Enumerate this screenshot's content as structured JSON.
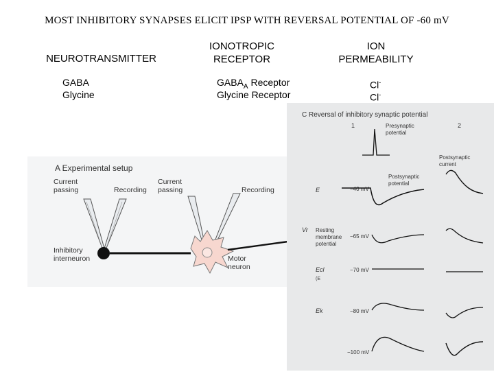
{
  "title": "MOST INHIBITORY SYNAPSES ELICIT IPSP WITH REVERSAL POTENTIAL OF -60 mV",
  "table": {
    "headers": {
      "neurotransmitter": "NEUROTRANSMITTER",
      "receptor_line1": "IONOTROPIC",
      "receptor_line2": "RECEPTOR",
      "ion_line1": "ION",
      "ion_line2": "PERMEABILITY"
    },
    "rows": [
      {
        "transmitter": "GABA",
        "receptor_main": "GABA",
        "receptor_sub": "A",
        "receptor_rest": " Receptor",
        "ion": "Cl",
        "ion_sup": "-"
      },
      {
        "transmitter": "Glycine",
        "receptor_main": "Glycine Receptor",
        "receptor_sub": "",
        "receptor_rest": "",
        "ion": "Cl",
        "ion_sup": "-"
      }
    ]
  },
  "figure_a": {
    "heading": "A  Experimental setup",
    "current_passing_1a": "Current",
    "current_passing_1b": "passing",
    "recording_1": "Recording",
    "current_passing_2a": "Current",
    "current_passing_2b": "passing",
    "recording_2": "Recording",
    "inhibitory_a": "Inhibitory",
    "inhibitory_b": "interneuron",
    "motor_a": "Motor",
    "motor_b": "neuron"
  },
  "figure_c": {
    "heading": "C  Reversal of inhibitory synaptic potential",
    "col1": "1",
    "col2": "2",
    "presyn_a": "Presynaptic",
    "presyn_b": "potential",
    "postsyn_cur_a": "Postsynaptic",
    "postsyn_cur_b": "current",
    "postsyn_pot_a": "Postsynaptic",
    "postsyn_pot_b": "potential",
    "e_label": "E",
    "v_minus40": "−40 mV",
    "vr_label": "Vr",
    "resting_a": "Resting",
    "resting_b": "membrane",
    "resting_c": "potential",
    "v_minus65": "−65 mV",
    "ecl_label": "Ecl",
    "ecl_sub": "(E",
    "v_minus70": "−70 mV",
    "ek_label": "Ek",
    "v_minus80": "−80 mV",
    "v_minus100": "−100 mV"
  }
}
